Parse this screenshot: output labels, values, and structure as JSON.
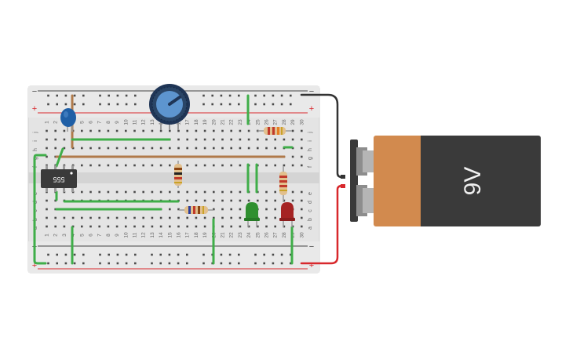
{
  "breadboard": {
    "column_numbers": [
      "1",
      "2",
      "3",
      "4",
      "5",
      "6",
      "7",
      "8",
      "9",
      "10",
      "11",
      "12",
      "13",
      "14",
      "15",
      "16",
      "17",
      "18",
      "19",
      "20",
      "21",
      "22",
      "23",
      "24",
      "25",
      "26",
      "27",
      "28",
      "29",
      "30"
    ],
    "top_row_letters": [
      "j",
      "i",
      "h",
      "g",
      "f"
    ],
    "bottom_row_letters": [
      "e",
      "d",
      "c",
      "b",
      "a"
    ],
    "rail_minus": "−",
    "rail_plus": "+"
  },
  "ic": {
    "label": "555"
  },
  "battery": {
    "label": "9V"
  },
  "colors": {
    "board": "#e6e6e6",
    "rail_red": "#d9262c",
    "rail_black": "#333333",
    "wire_green": "#3fae49",
    "wire_brown": "#b07a4a",
    "wire_red": "#d8282c",
    "wire_black": "#333333",
    "battery_body": "#d28a4e",
    "battery_label_bg": "#3a3a3a",
    "led_green": "#2f8f2f",
    "led_red": "#a52323",
    "capacitor_blue": "#1f5fa6",
    "potentiometer_knob": "#5d95cf"
  },
  "icons": {
    "potentiometer": "potentiometer-icon",
    "capacitor": "capacitor-icon",
    "resistor": "resistor-icon",
    "led": "led-icon",
    "battery": "battery-icon",
    "ic": "ic-chip-icon"
  }
}
